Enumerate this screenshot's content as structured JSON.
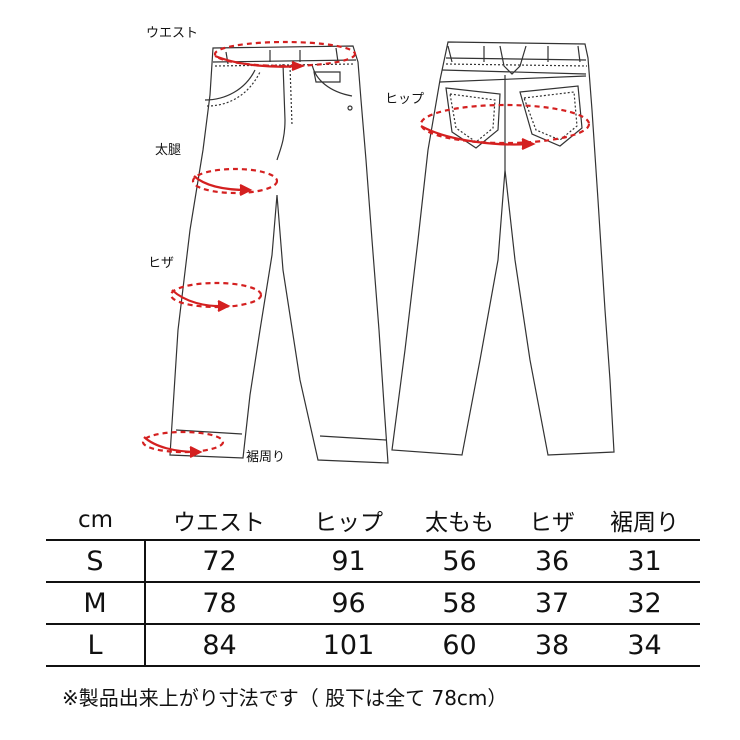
{
  "diagram": {
    "labels": {
      "waist": "ウエスト",
      "thigh": "太腿",
      "knee": "ヒザ",
      "hem": "裾周り",
      "hip": "ヒップ"
    },
    "accent_color": "#d42020"
  },
  "table": {
    "unit": "cm",
    "headers": [
      "ウエスト",
      "ヒップ",
      "太もも",
      "ヒザ",
      "裾周り"
    ],
    "rows": [
      {
        "size": "S",
        "values": [
          "72",
          "91",
          "56",
          "36",
          "31"
        ]
      },
      {
        "size": "M",
        "values": [
          "78",
          "96",
          "58",
          "37",
          "32"
        ]
      },
      {
        "size": "L",
        "values": [
          "84",
          "101",
          "60",
          "38",
          "34"
        ]
      }
    ]
  },
  "footnote": "※製品出来上がり寸法です（ 股下は全て 78cm）"
}
